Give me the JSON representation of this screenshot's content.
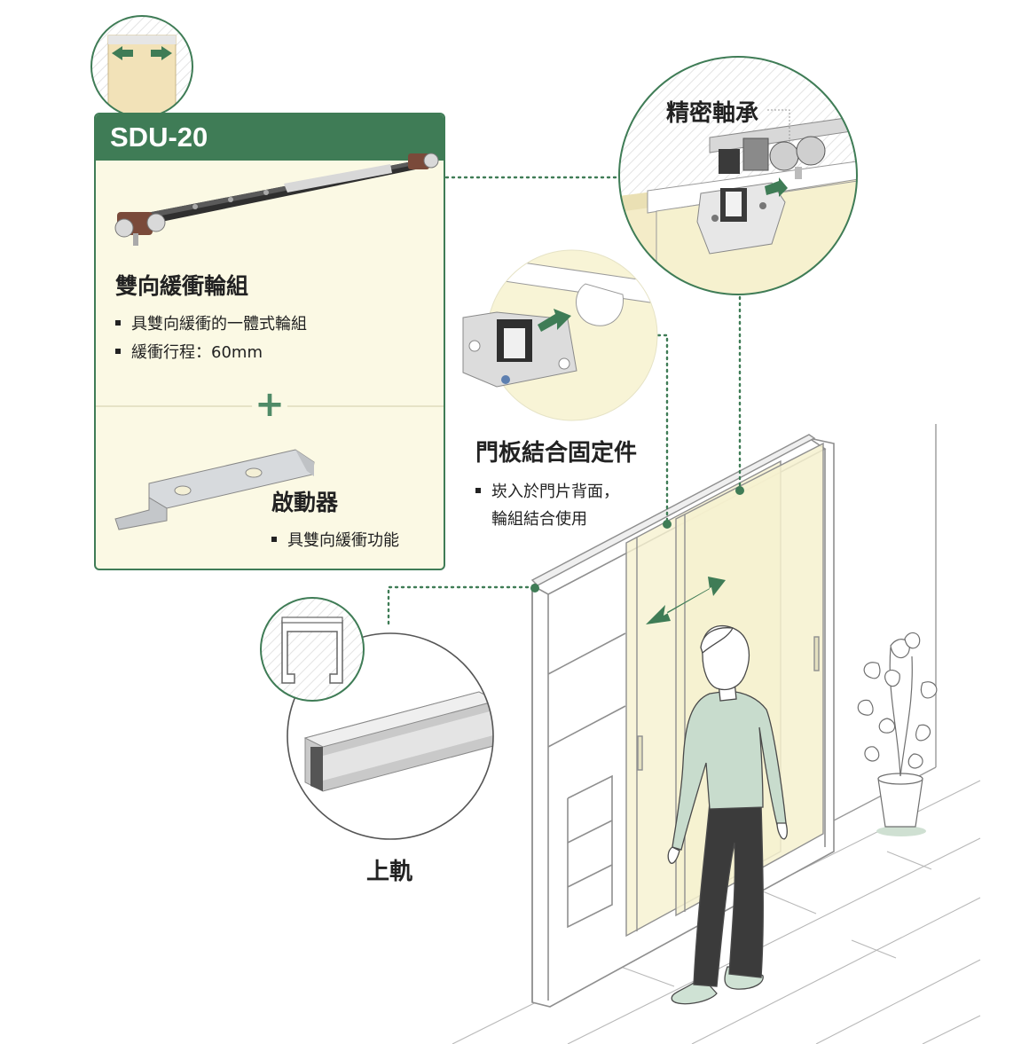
{
  "product": {
    "model": "SDU-20",
    "roller": {
      "title": "雙向緩衝輪組",
      "bullets": [
        "具雙向緩衝的一體式輪組",
        "緩衝行程：60mm"
      ]
    },
    "plus_symbol": "+",
    "activator": {
      "title": "啟動器",
      "bullets": [
        "具雙向緩衝功能"
      ]
    }
  },
  "callouts": {
    "bearing": {
      "label": "精密軸承"
    },
    "bracket": {
      "title": "門板結合固定件",
      "bullets": [
        "崁入於門片背面，",
        "輪組結合使用"
      ]
    },
    "rail": {
      "label": "上軌"
    }
  },
  "colors": {
    "accent_green": "#3f7c56",
    "panel_bg": "#fbf9e4",
    "door_tint": "#f6f1cf",
    "line_gray": "#9a9a9a"
  },
  "icons": [
    "double-arrow-icon",
    "plus-icon",
    "bullet-square-icon"
  ]
}
